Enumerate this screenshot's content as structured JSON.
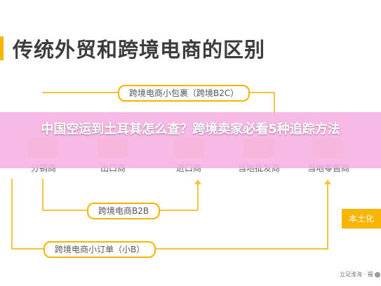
{
  "header": {
    "title": "传统外贸和跨境电商的区别"
  },
  "diagram": {
    "b2c_label": "跨境电商小包裹（跨境B2C）",
    "b2b_label": "跨境电商B2B",
    "small_order_label": "跨境电商小订单（小B）",
    "local_label": "本土化",
    "nodes": [
      "分销商",
      "出口商",
      "进口商",
      "当地批发商",
      "当地零售商"
    ]
  },
  "overlay": {
    "title": "中国空运到土耳其怎么查？跨境卖家必看5种追踪方法"
  },
  "watermark": {
    "text": "立足淮海 · 福"
  },
  "colors": {
    "accent": "#f7b500",
    "overlay": "#f6b0e2"
  }
}
